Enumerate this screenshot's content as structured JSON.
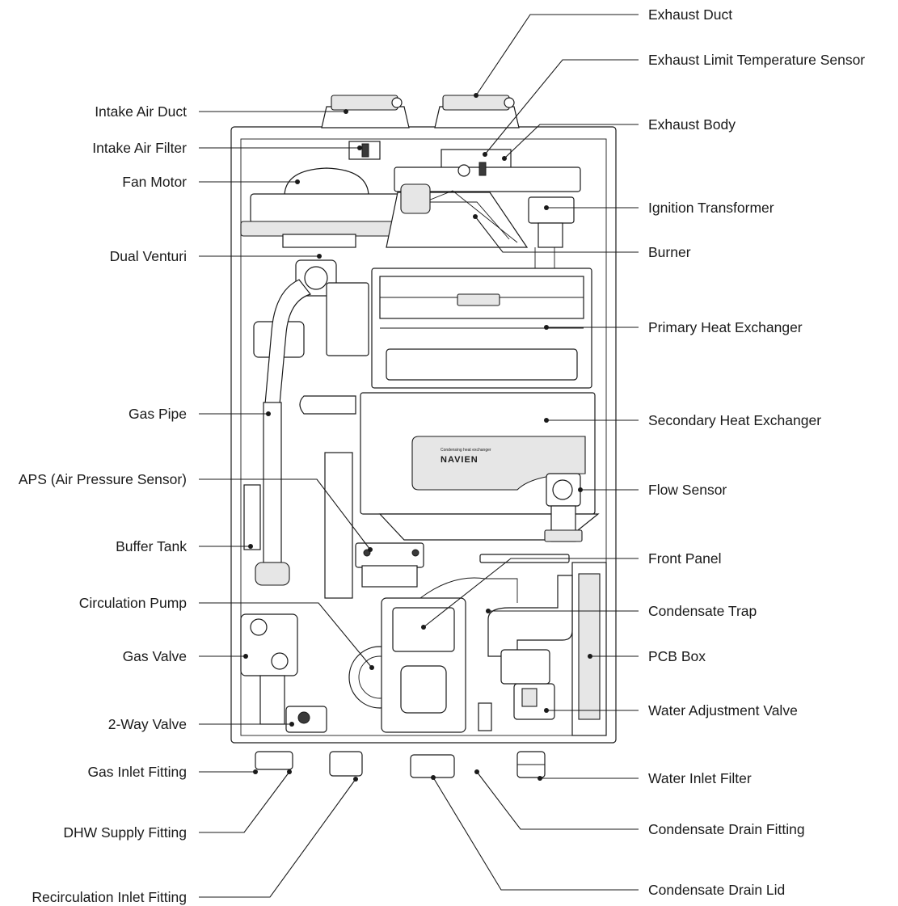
{
  "diagram": {
    "brand_name": "NAVIEN",
    "brand_subtitle": "Condensing heat exchanger",
    "labels_left": [
      {
        "id": "intake-air-duct",
        "text": "Intake Air Duct"
      },
      {
        "id": "intake-air-filter",
        "text": "Intake Air Filter"
      },
      {
        "id": "fan-motor",
        "text": "Fan Motor"
      },
      {
        "id": "dual-venturi",
        "text": "Dual Venturi"
      },
      {
        "id": "gas-pipe",
        "text": "Gas Pipe"
      },
      {
        "id": "aps",
        "text": "APS (Air Pressure Sensor)"
      },
      {
        "id": "buffer-tank",
        "text": "Buffer Tank"
      },
      {
        "id": "circulation-pump",
        "text": "Circulation Pump"
      },
      {
        "id": "gas-valve",
        "text": "Gas Valve"
      },
      {
        "id": "two-way-valve",
        "text": "2-Way Valve"
      },
      {
        "id": "gas-inlet-fitting",
        "text": "Gas Inlet Fitting"
      },
      {
        "id": "dhw-supply-fitting",
        "text": "DHW Supply Fitting"
      },
      {
        "id": "recirculation-inlet-fitting",
        "text": "Recirculation Inlet Fitting"
      }
    ],
    "labels_right": [
      {
        "id": "exhaust-duct",
        "text": "Exhaust Duct"
      },
      {
        "id": "exhaust-limit-temperature-sensor",
        "text": "Exhaust Limit Temperature Sensor"
      },
      {
        "id": "exhaust-body",
        "text": "Exhaust Body"
      },
      {
        "id": "ignition-transformer",
        "text": "Ignition Transformer"
      },
      {
        "id": "burner",
        "text": "Burner"
      },
      {
        "id": "primary-heat-exchanger",
        "text": "Primary Heat Exchanger"
      },
      {
        "id": "secondary-heat-exchanger",
        "text": "Secondary Heat Exchanger"
      },
      {
        "id": "flow-sensor",
        "text": "Flow Sensor"
      },
      {
        "id": "front-panel",
        "text": "Front Panel"
      },
      {
        "id": "condensate-trap",
        "text": "Condensate Trap"
      },
      {
        "id": "pcb-box",
        "text": "PCB Box"
      },
      {
        "id": "water-adjustment-valve",
        "text": "Water Adjustment Valve"
      },
      {
        "id": "water-inlet-filter",
        "text": "Water Inlet Filter"
      },
      {
        "id": "condensate-drain-fitting",
        "text": "Condensate Drain Fitting"
      },
      {
        "id": "condensate-drain-lid",
        "text": "Condensate Drain Lid"
      }
    ]
  }
}
